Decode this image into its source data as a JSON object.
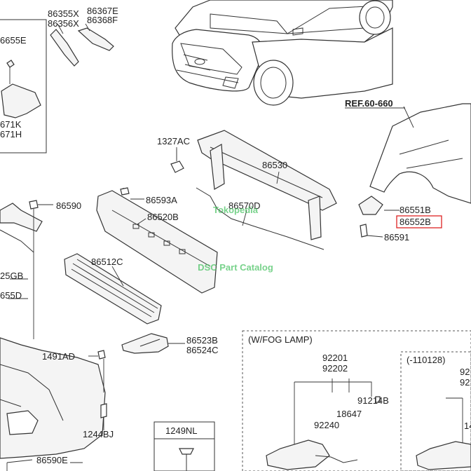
{
  "labels": {
    "p86355X": "86355X",
    "p86367E": "86367E",
    "p86356X": "86356X",
    "p86368F": "86368F",
    "p6655E": "6655E",
    "p671K": "671K",
    "p671H": "671H",
    "p1327AC": "1327AC",
    "p86530": "86530",
    "p86593A": "86593A",
    "p86590": "86590",
    "p86520B": "86520B",
    "p86570D": "86570D",
    "p86551B": "86551B",
    "p86552B": "86552B",
    "p86591": "86591",
    "p25GB": "25GB",
    "p655D": "655D",
    "p86512C": "86512C",
    "p86523B": "86523B",
    "p86524C": "86524C",
    "p1491AD": "1491AD",
    "p1244BJ": "1244BJ",
    "p86590E": "86590E",
    "p1249NL": "1249NL",
    "p92201": "92201",
    "p92202": "92202",
    "p91214B": "91214B",
    "p18647": "18647",
    "p92240": "92240",
    "p92x1": "92",
    "p92x2": "92",
    "p14x": "14",
    "ref": "REF.60-660",
    "fog_title": "(W/FOG LAMP)",
    "date_title": "(-110128)"
  },
  "watermark": {
    "line1": "Tokopedia",
    "line2": "DSC Part Catalog"
  },
  "colors": {
    "highlight": "#dd2222",
    "watermark": "#3fbf5a"
  }
}
